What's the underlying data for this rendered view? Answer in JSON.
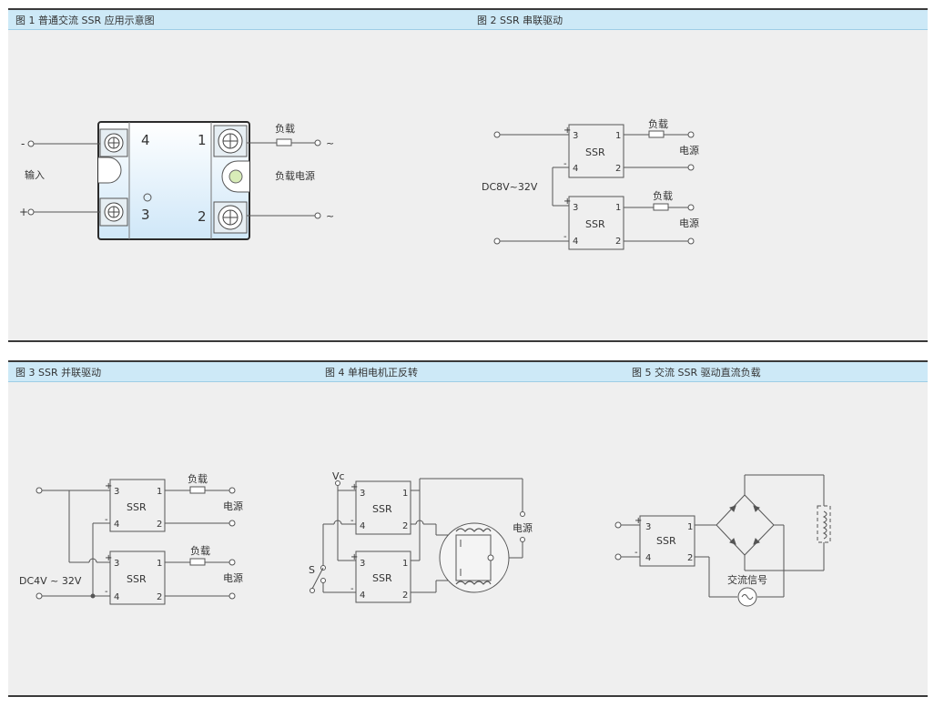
{
  "panels": {
    "top": {
      "captions": [
        "图 1 普通交流 SSR 应用示意图",
        "图 2 SSR 串联驱动"
      ]
    },
    "bottom": {
      "captions": [
        "图 3 SSR 并联驱动",
        "图 4 单相电机正反转",
        "图 5 交流 SSR 驱动直流负载"
      ]
    }
  },
  "fig1": {
    "minus": "-",
    "plus": "+",
    "input": "输入",
    "pin4": "4",
    "pin1": "1",
    "pin3": "3",
    "pin2": "2",
    "load": "负载",
    "load_power": "负载电源",
    "tilde": "~"
  },
  "fig2": {
    "voltage": "DC8V~32V",
    "plus": "+",
    "minus": "-",
    "p3": "3",
    "p4": "4",
    "p1": "1",
    "p2": "2",
    "ssr": "SSR",
    "load": "负载",
    "power": "电源"
  },
  "fig3": {
    "voltage": "DC4V ~ 32V",
    "plus": "+",
    "minus": "-",
    "p3": "3",
    "p4": "4",
    "p1": "1",
    "p2": "2",
    "ssr": "SSR",
    "load": "负载",
    "power": "电源"
  },
  "fig4": {
    "vc": "Vc",
    "s": "S",
    "ssr": "SSR",
    "power": "电源",
    "plus": "+",
    "minus": "-",
    "p3": "3",
    "p4": "4",
    "p1": "1",
    "p2": "2"
  },
  "fig5": {
    "ssr": "SSR",
    "ac_signal": "交流信号",
    "plus": "+",
    "minus": "-",
    "p3": "3",
    "p4": "4",
    "p1": "1",
    "p2": "2"
  }
}
